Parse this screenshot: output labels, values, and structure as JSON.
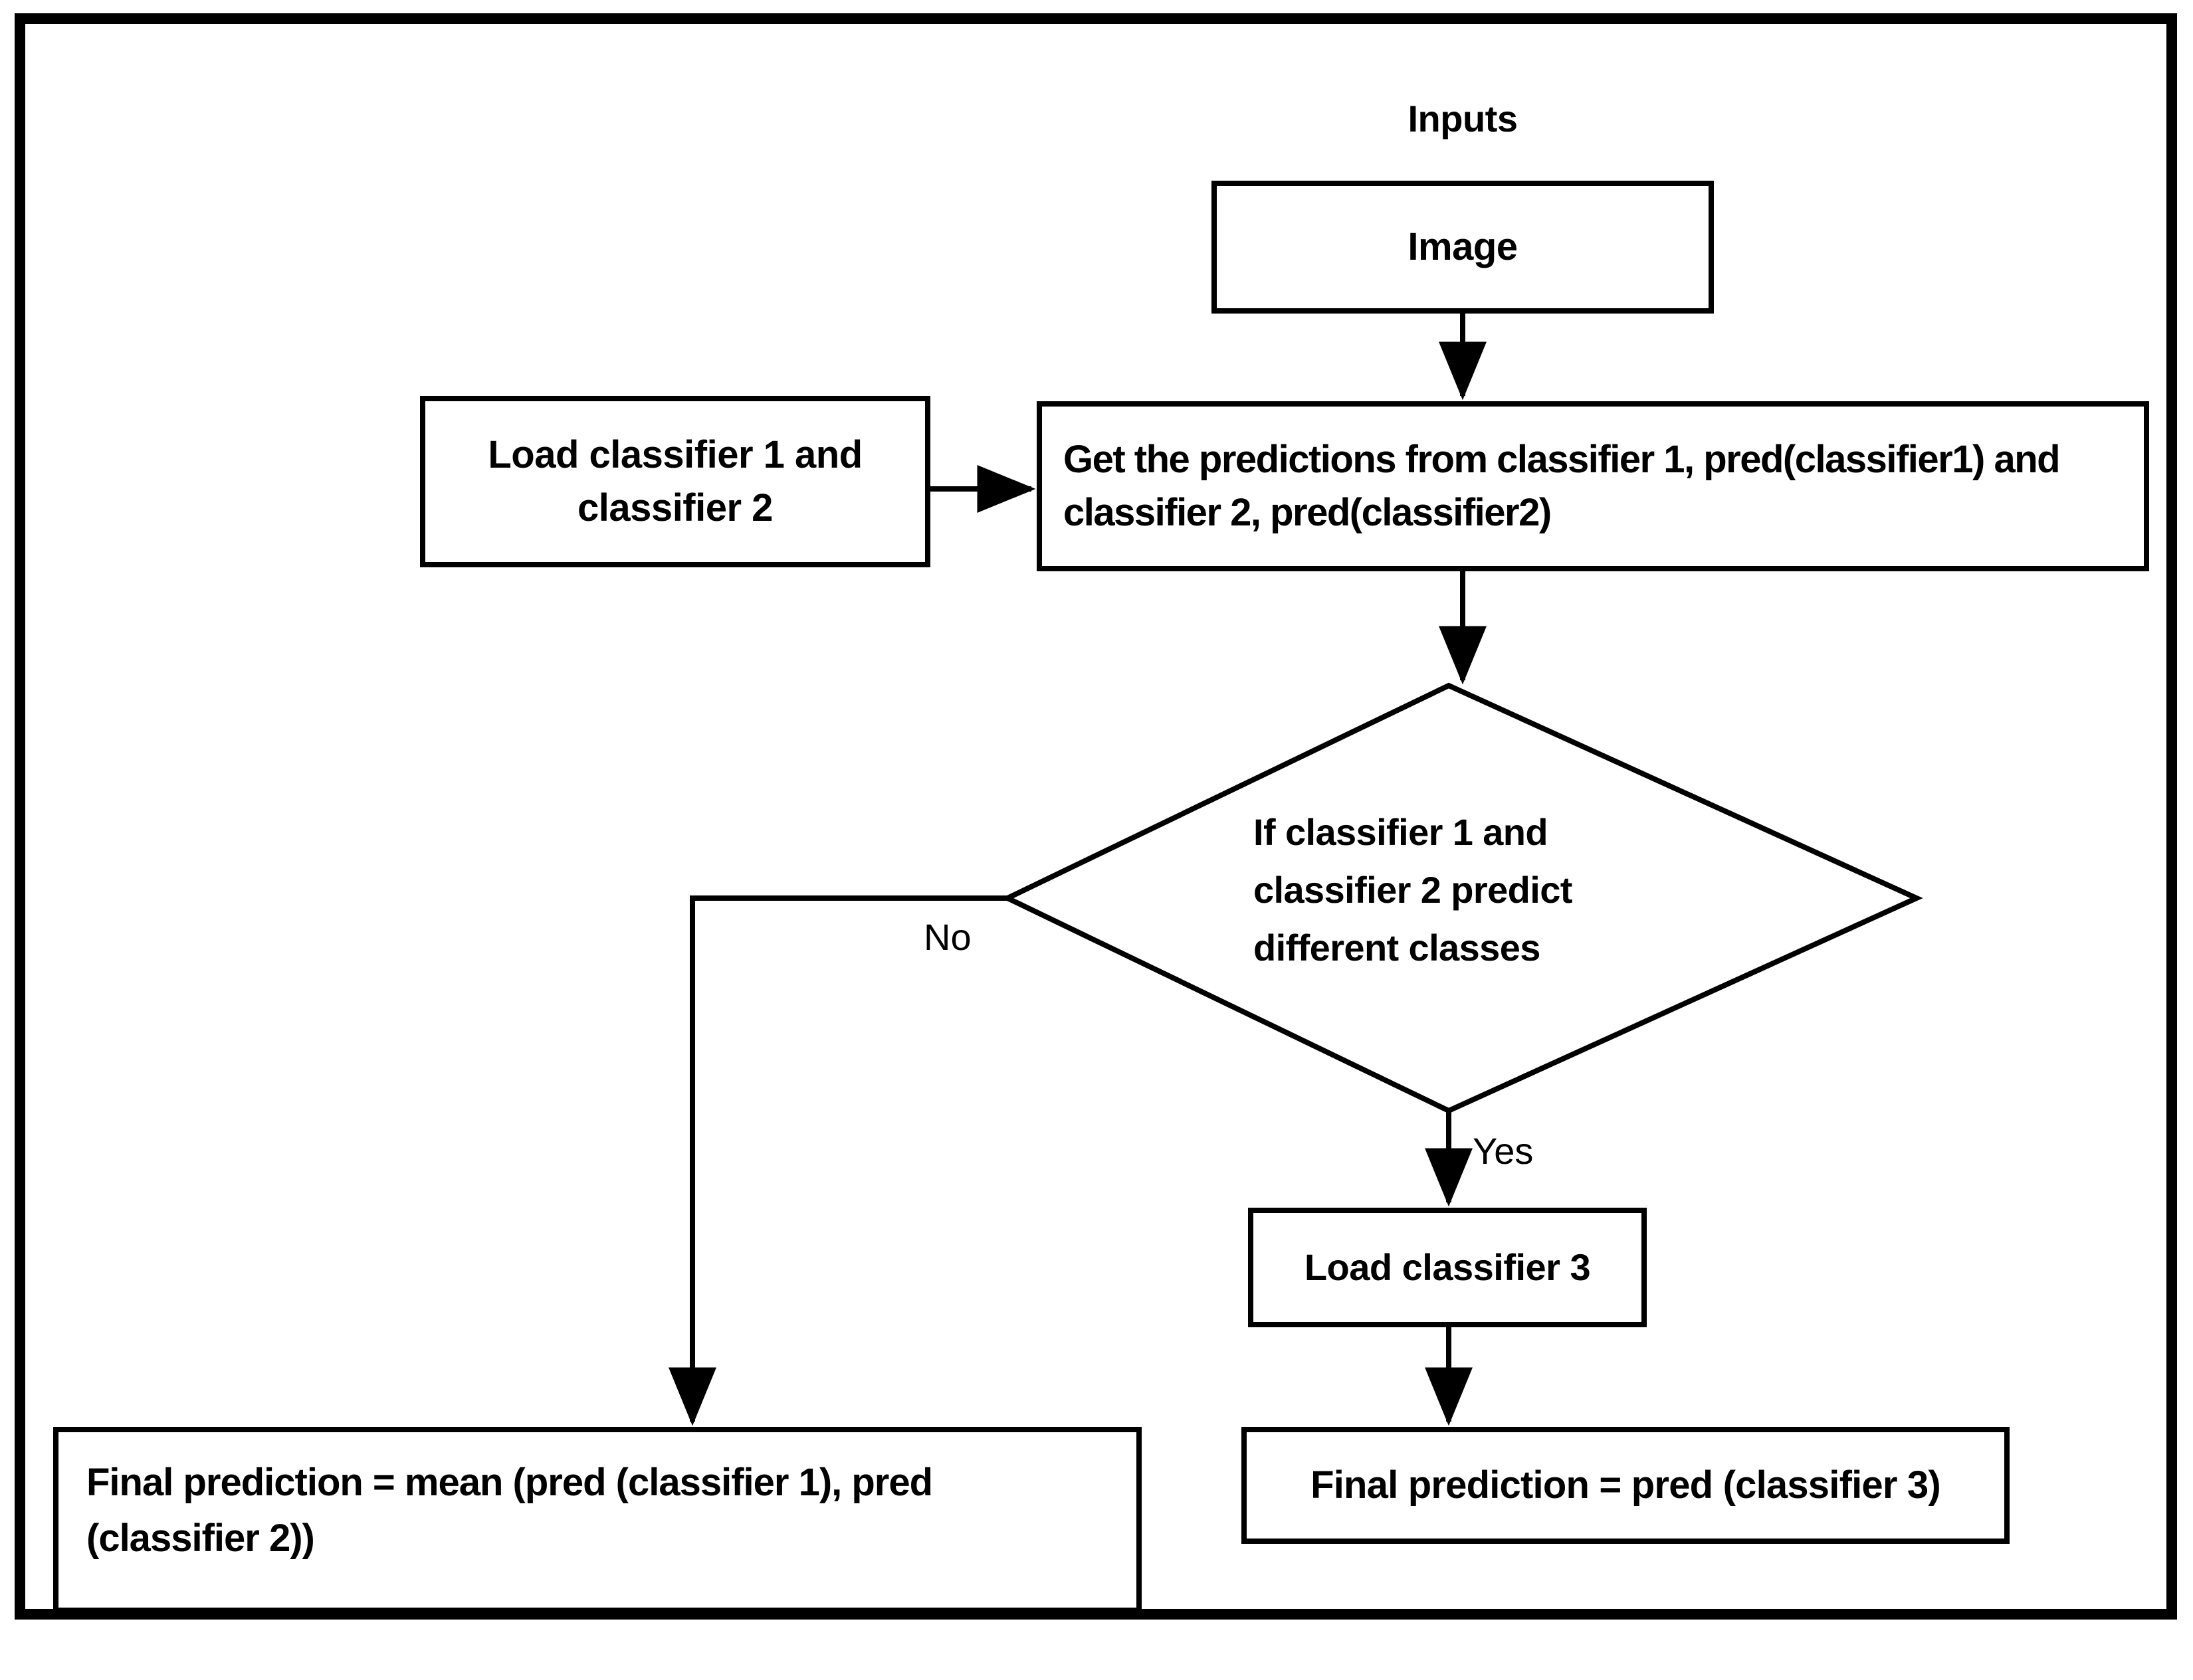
{
  "diagram": {
    "title_label": "Inputs",
    "frame": {
      "border_color": "#000000"
    },
    "nodes": {
      "image": {
        "label": "Image",
        "shape": "rectangle"
      },
      "load_classifiers_12": {
        "label": "Load classifier 1 and classifier 2",
        "shape": "rectangle"
      },
      "get_predictions": {
        "label": "Get the predictions from classifier 1, pred(classifier1) and classifier 2, pred(classifier2)",
        "shape": "rectangle"
      },
      "decision": {
        "label": "If classifier 1 and classifier 2 predict different classes",
        "shape": "diamond"
      },
      "load_classifier_3": {
        "label": "Load classifier 3",
        "shape": "rectangle"
      },
      "final_mean": {
        "label": "Final prediction = mean (pred (classifier 1), pred (classifier 2))",
        "shape": "rectangle"
      },
      "final_pred3": {
        "label": "Final prediction = pred (classifier 3)",
        "shape": "rectangle"
      }
    },
    "edges": {
      "no_label": "No",
      "yes_label": "Yes"
    },
    "colors": {
      "stroke": "#000000",
      "fill": "#ffffff",
      "text": "#000000"
    }
  }
}
